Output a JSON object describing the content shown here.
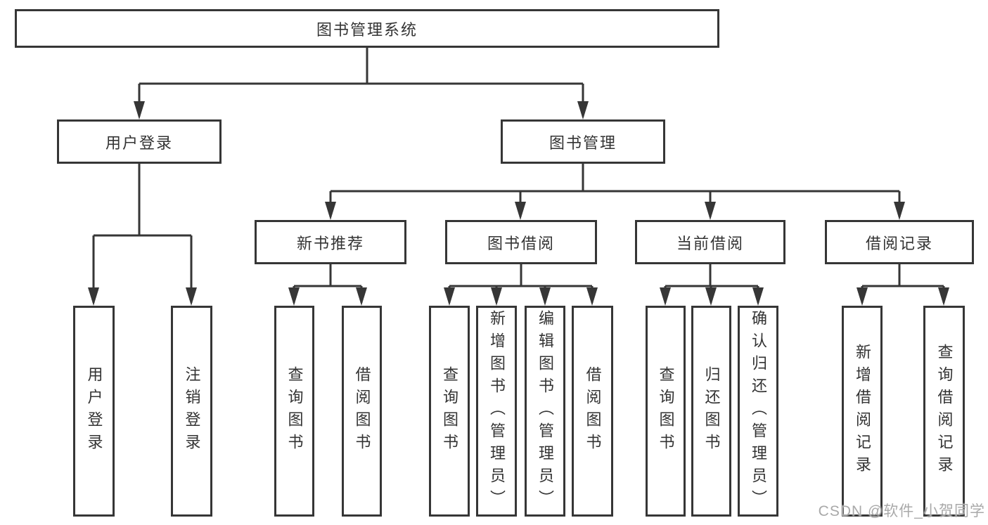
{
  "tree": {
    "root": {
      "label": "图书管理系统",
      "children": [
        {
          "label": "用户登录",
          "children": [
            {
              "label": "用户登录"
            },
            {
              "label": "注销登录"
            }
          ]
        },
        {
          "label": "图书管理",
          "children": [
            {
              "label": "新书推荐",
              "children": [
                {
                  "label": "查询图书"
                },
                {
                  "label": "借阅图书"
                }
              ]
            },
            {
              "label": "图书借阅",
              "children": [
                {
                  "label": "查询图书"
                },
                {
                  "label": "新增图书（管理员）"
                },
                {
                  "label": "编辑图书（管理员）"
                },
                {
                  "label": "借阅图书"
                }
              ]
            },
            {
              "label": "当前借阅",
              "children": [
                {
                  "label": "查询图书"
                },
                {
                  "label": "归还图书"
                },
                {
                  "label": "确认归还（管理员）"
                }
              ]
            },
            {
              "label": "借阅记录",
              "children": [
                {
                  "label": "新增借阅记录"
                },
                {
                  "label": "查询借阅记录"
                }
              ]
            }
          ]
        }
      ]
    }
  },
  "watermark": {
    "text": "CSDN @软件_小贺同学"
  },
  "colors": {
    "line": "#363636",
    "box_border": "#363636",
    "text": "#333333",
    "watermark": "#a9a9a9",
    "background": "#ffffff"
  }
}
